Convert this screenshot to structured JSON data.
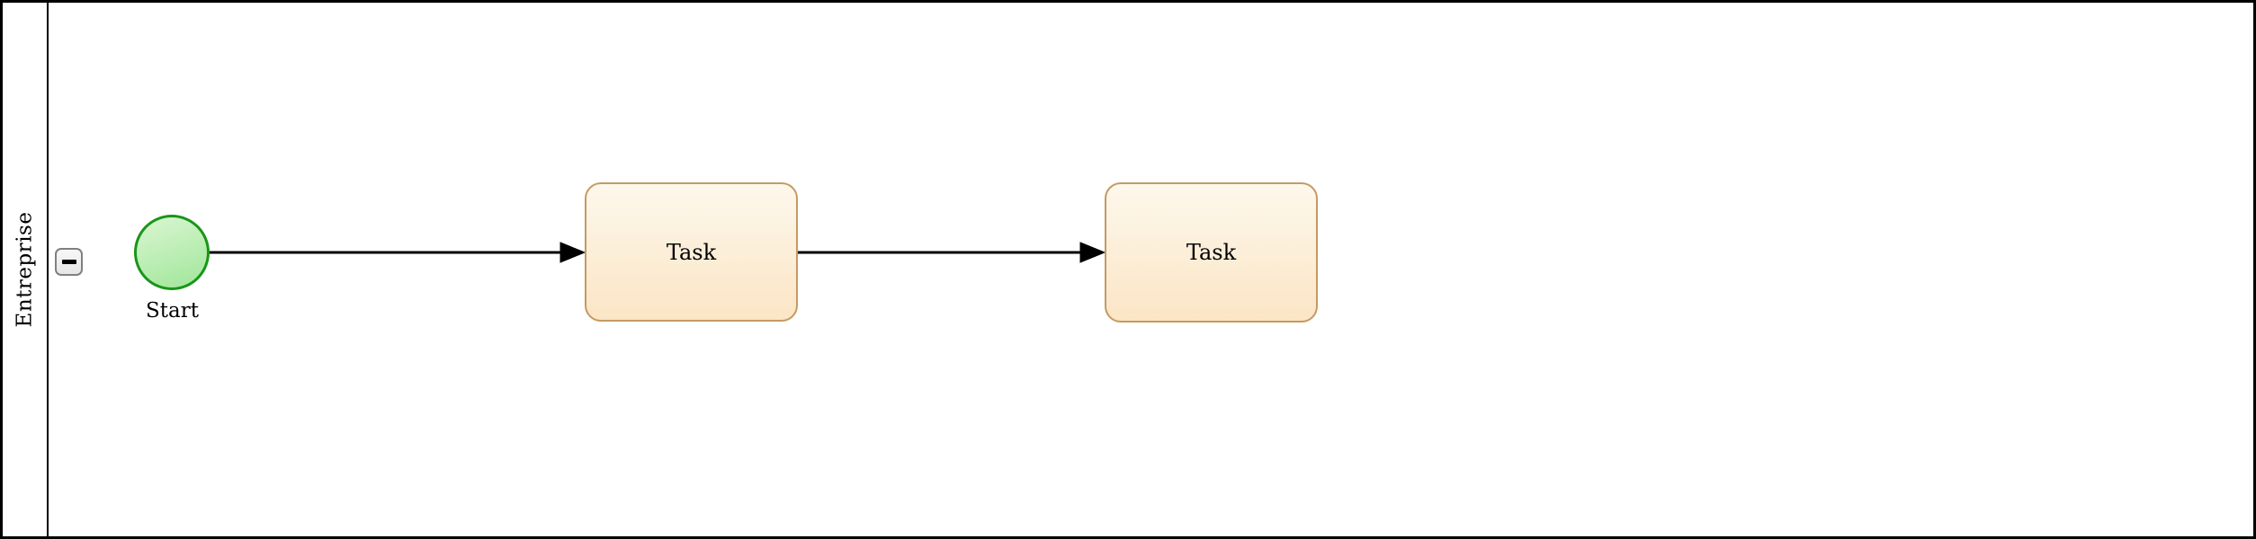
{
  "pool": {
    "label": "Entreprise",
    "collapse_icon": "minus"
  },
  "diagram": {
    "type": "bpmn-process",
    "nodes": [
      {
        "id": "start",
        "type": "start-event",
        "label": "Start"
      },
      {
        "id": "task1",
        "type": "task",
        "label": "Task"
      },
      {
        "id": "task2",
        "type": "task",
        "label": "Task"
      }
    ],
    "edges": [
      {
        "from": "start",
        "to": "task1",
        "label": ""
      },
      {
        "from": "task1",
        "to": "task2",
        "label": ""
      }
    ]
  },
  "colors": {
    "pool_border": "#000000",
    "divider": "#000000",
    "task_border": "#c49a62",
    "task_fill_top": "#fdf8ec",
    "task_fill_bottom": "#fbe5c5",
    "start_border": "#189618",
    "start_fill_top": "#daf6d2",
    "start_fill_bottom": "#a0e699",
    "arrow": "#000000",
    "collapse_border": "#808080",
    "collapse_fill_top": "#f8f8f8",
    "collapse_fill_bottom": "#e7e7e7",
    "label_color": "#000000",
    "canvas_bg": "#ffffff"
  }
}
